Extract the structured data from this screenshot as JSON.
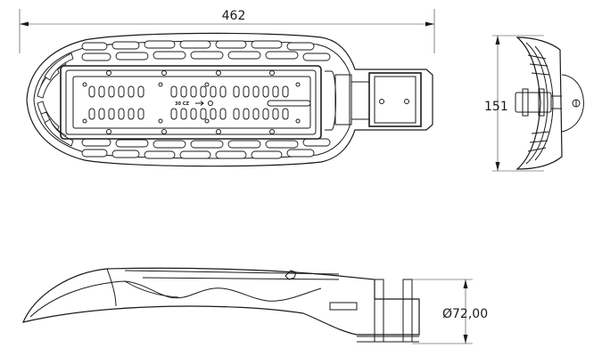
{
  "dimensions": {
    "top_length": "462",
    "side_height": "151",
    "pole_diameter": "Ø72,00"
  },
  "module_marking": "30 CZ",
  "icons": {
    "arrow": "arrow-right-icon",
    "circle": "small-circle-icon"
  }
}
